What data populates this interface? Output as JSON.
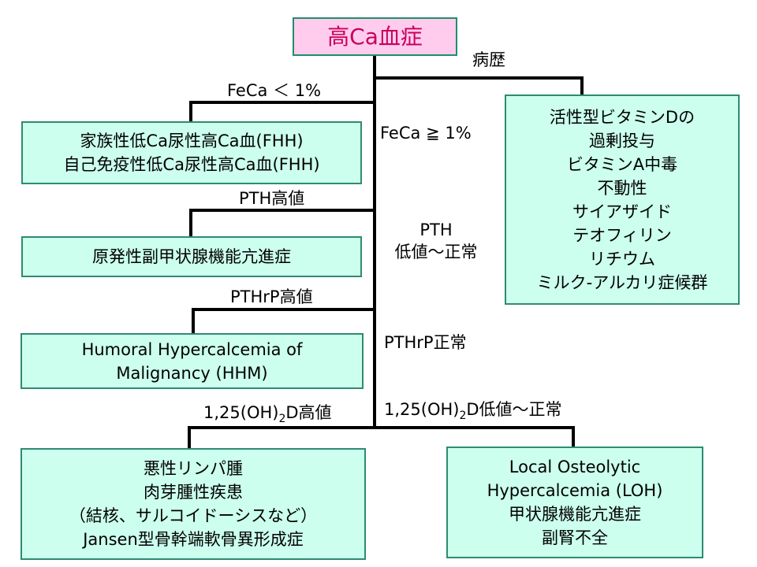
{
  "root": {
    "label": "高Ca血症"
  },
  "branches": {
    "history": "病歴",
    "feca_low": "FeCa ＜ 1%",
    "feca_high": "FeCa ≧ 1%",
    "pth_high": "PTH高値",
    "pth_low": [
      "PTH",
      "低値～正常"
    ],
    "pthrp_high": "PTHrP高値",
    "pthrp_normal": "PTHrP正常",
    "vitd_high": {
      "prefix": "1,25(OH)",
      "sub": "2",
      "suffix": "D高値"
    },
    "vitd_low": {
      "prefix": "1,25(OH)",
      "sub": "2",
      "suffix": "D低値～正常"
    }
  },
  "boxes": {
    "history": [
      "活性型ビタミンDの",
      "過剰投与",
      "ビタミンA中毒",
      "不動性",
      "サイアザイド",
      "テオフィリン",
      "リチウム",
      "ミルク-アルカリ症候群"
    ],
    "fhh": [
      "家族性低Ca尿性高Ca血(FHH)",
      "自己免疫性低Ca尿性高Ca血(FHH)"
    ],
    "hyperpara": [
      "原発性副甲状腺機能亢進症"
    ],
    "hhm": [
      "Humoral Hypercalcemia of",
      "Malignancy (HHM)"
    ],
    "vitd_high": [
      "悪性リンパ腫",
      "肉芽腫性疾患",
      "（結核、サルコイドーシスなど）",
      "Jansen型骨幹端軟骨異形成症"
    ],
    "loh": [
      "Local Osteolytic",
      "Hypercalcemia (LOH)",
      "甲状腺機能亢進症",
      "副腎不全"
    ]
  },
  "colors": {
    "box_fill": "#ccffee",
    "box_border": "#2e8b72",
    "root_fill": "#ffccee",
    "root_text": "#c8005a",
    "line": "#000000"
  }
}
